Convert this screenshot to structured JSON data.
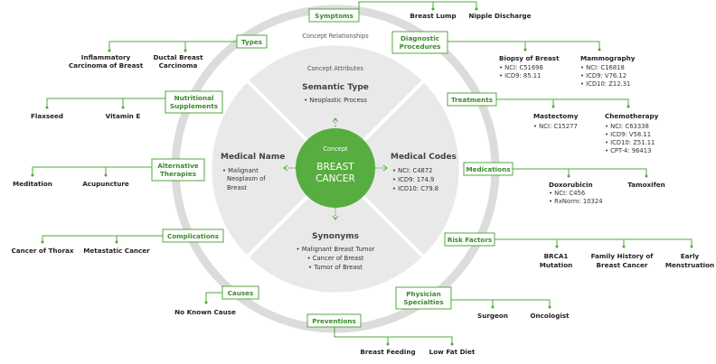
{
  "center": {
    "label": "Concept",
    "title_line1": "BREAST",
    "title_line2": "CANCER"
  },
  "ring_caption": "Concept Relationships",
  "inner_caption": "Concept Attributes",
  "attributes": {
    "semantic_type": {
      "title": "Semantic Type",
      "items": [
        "• Neoplastic Process"
      ]
    },
    "medical_name": {
      "title": "Medical Name",
      "items": [
        "• Malignant",
        "Neoplasm of",
        "Breast"
      ]
    },
    "medical_codes": {
      "title": "Medical Codes",
      "items": [
        "• NCI: C4872",
        "• ICD9: 174.9",
        "• ICD10: C79.8"
      ]
    },
    "synonyms": {
      "title": "Synonyms",
      "items": [
        "• Malignant Breast Tumor",
        "• Cancer of Breast",
        "• Tumor of Breast"
      ]
    }
  },
  "relationships": {
    "symptoms": {
      "label": "Symptoms",
      "leaves": [
        "Breast Lump",
        "Nipple Discharge"
      ]
    },
    "types": {
      "label": "Types",
      "leaves": [
        [
          "Inflammatory",
          "Carcinoma of Breast"
        ],
        [
          "Ductal Breast",
          "Carcinoma"
        ]
      ]
    },
    "nutritional": {
      "label_line1": "Nutritional",
      "label_line2": "Supplements",
      "leaves": [
        "Flaxseed",
        "Vitamin E"
      ]
    },
    "alternative": {
      "label_line1": "Alternative",
      "label_line2": "Therapies",
      "leaves": [
        "Meditation",
        "Acupuncture"
      ]
    },
    "complications": {
      "label": "Complications",
      "leaves": [
        "Cancer of Thorax",
        "Metastatic Cancer"
      ]
    },
    "causes": {
      "label": "Causes",
      "leaves": [
        "No Known Cause"
      ]
    },
    "preventions": {
      "label": "Preventions",
      "leaves": [
        "Breast Feeding",
        "Low Fat Diet"
      ]
    },
    "diagnostic": {
      "label_line1": "Diagnostic",
      "label_line2": "Procedures",
      "leaves": [
        {
          "name": "Biopsy of Breast",
          "details": [
            "• NCI: C51698",
            "• ICD9: 85.11"
          ]
        },
        {
          "name": "Mammography",
          "details": [
            "• NCI: C16818",
            "• ICD9: V76.12",
            "• ICD10: Z12.31"
          ]
        }
      ]
    },
    "treatments": {
      "label": "Treatments",
      "leaves": [
        {
          "name": "Mastectomy",
          "details": [
            "• NCI: C15277"
          ]
        },
        {
          "name": "Chemotherapy",
          "details": [
            "• NCI: C63338",
            "• ICD9: V58.11",
            "• ICD10: Z51.11",
            "• CPT-4: 96413"
          ]
        }
      ]
    },
    "medications": {
      "label": "Medications",
      "leaves": [
        {
          "name": "Doxorubicin",
          "details": [
            "• NCI: C456",
            "• RxNorm: 10324"
          ]
        },
        {
          "name": "Tamoxifen",
          "details": []
        }
      ]
    },
    "risk_factors": {
      "label": "Risk Factors",
      "leaves": [
        [
          "BRCA1",
          "Mutation"
        ],
        [
          "Family History of",
          "Breast Cancer"
        ],
        [
          "Early",
          "Menstruation"
        ]
      ]
    },
    "physician": {
      "label_line1": "Physician",
      "label_line2": "Specialties",
      "leaves": [
        "Surgeon",
        "Oncologist"
      ]
    }
  },
  "colors": {
    "accent": "#52a83c",
    "center": "#57ad3f",
    "ring": "#dcdcdc",
    "quadrant": "#e9e9e9"
  }
}
